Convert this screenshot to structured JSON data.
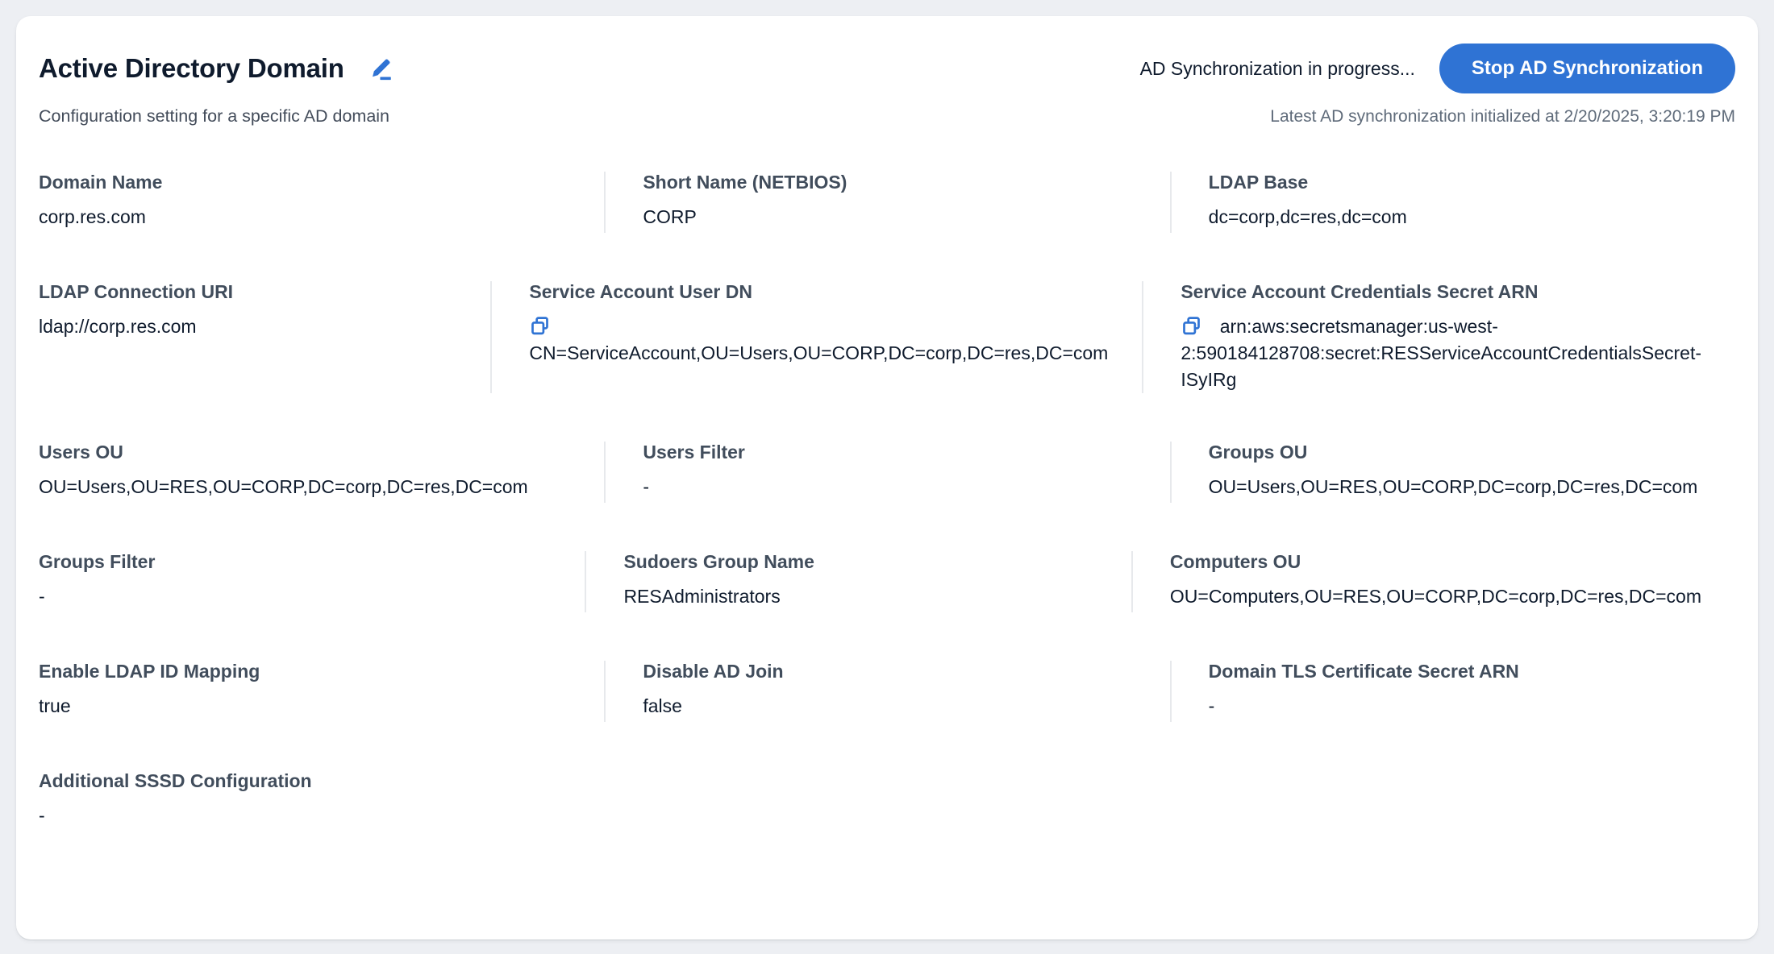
{
  "header": {
    "title": "Active Directory Domain",
    "subtitle": "Configuration setting for a specific AD domain",
    "sync_status": "AD Synchronization in progress...",
    "stop_button_label": "Stop AD Synchronization",
    "last_sync": "Latest AD synchronization initialized at 2/20/2025, 3:20:19 PM"
  },
  "icons": {
    "edit": "edit-pencil-icon",
    "copy": "copy-icon"
  },
  "colors": {
    "accent_blue": "#2f73d4",
    "label_text": "#414d5c",
    "value_text": "#0f1b2d",
    "muted_text": "#5f6b7a",
    "divider": "#e7e9ec",
    "page_background": "#edeff3",
    "card_background": "#ffffff"
  },
  "fields": [
    {
      "label": "Domain Name",
      "value": "corp.res.com",
      "copy": false
    },
    {
      "label": "Short Name (NETBIOS)",
      "value": "CORP",
      "copy": false
    },
    {
      "label": "LDAP Base",
      "value": "dc=corp,dc=res,dc=com",
      "copy": false
    },
    {
      "label": "LDAP Connection URI",
      "value": "ldap://corp.res.com",
      "copy": false
    },
    {
      "label": "Service Account User DN",
      "value": "CN=ServiceAccount,OU=Users,OU=CORP,DC=corp,DC=res,DC=com",
      "copy": true
    },
    {
      "label": "Service Account Credentials Secret ARN",
      "value": "arn:aws:secretsmanager:us-west-2:590184128708:secret:RESServiceAccountCredentialsSecret-ISyIRg",
      "copy": true
    },
    {
      "label": "Users OU",
      "value": "OU=Users,OU=RES,OU=CORP,DC=corp,DC=res,DC=com",
      "copy": false
    },
    {
      "label": "Users Filter",
      "value": "-",
      "copy": false
    },
    {
      "label": "Groups OU",
      "value": "OU=Users,OU=RES,OU=CORP,DC=corp,DC=res,DC=com",
      "copy": false
    },
    {
      "label": "Groups Filter",
      "value": "-",
      "copy": false
    },
    {
      "label": "Sudoers Group Name",
      "value": "RESAdministrators",
      "copy": false
    },
    {
      "label": "Computers OU",
      "value": "OU=Computers,OU=RES,OU=CORP,DC=corp,DC=res,DC=com",
      "copy": false
    },
    {
      "label": "Enable LDAP ID Mapping",
      "value": "true",
      "copy": false
    },
    {
      "label": "Disable AD Join",
      "value": "false",
      "copy": false
    },
    {
      "label": "Domain TLS Certificate Secret ARN",
      "value": "-",
      "copy": false
    },
    {
      "label": "Additional SSSD Configuration",
      "value": "-",
      "copy": false
    }
  ]
}
